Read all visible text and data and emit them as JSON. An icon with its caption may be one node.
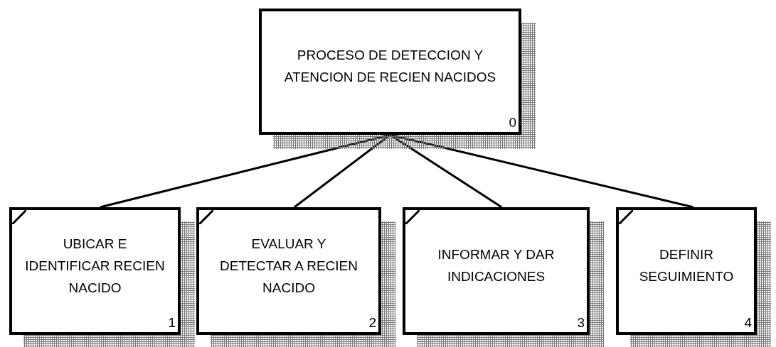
{
  "diagram": {
    "nodes": [
      {
        "text": [
          "PROCESO DE DETECCION Y ATENCION DE RECIEN NACIDOS",
          "0"
        ]
      },
      {
        "text": [
          "UBICAR E IDENTIFICAR RECIEN NACIDO",
          "1"
        ]
      },
      {
        "text": [
          "EVALUAR Y DETECTAR A RECIEN NACIDO",
          "2"
        ]
      },
      {
        "text": [
          "INFORMAR Y DAR INDICACIONES",
          "3"
        ]
      },
      {
        "text": [
          "DEFINIR SEGUIMIENTO",
          "4"
        ]
      }
    ],
    "edges": [
      {
        "from": 0,
        "to": 1,
        "arrow": "none"
      },
      {
        "from": 0,
        "to": 2,
        "arrow": "none"
      },
      {
        "from": 0,
        "to": 3,
        "arrow": "none"
      },
      {
        "from": 0,
        "to": 4,
        "arrow": "none"
      }
    ]
  }
}
